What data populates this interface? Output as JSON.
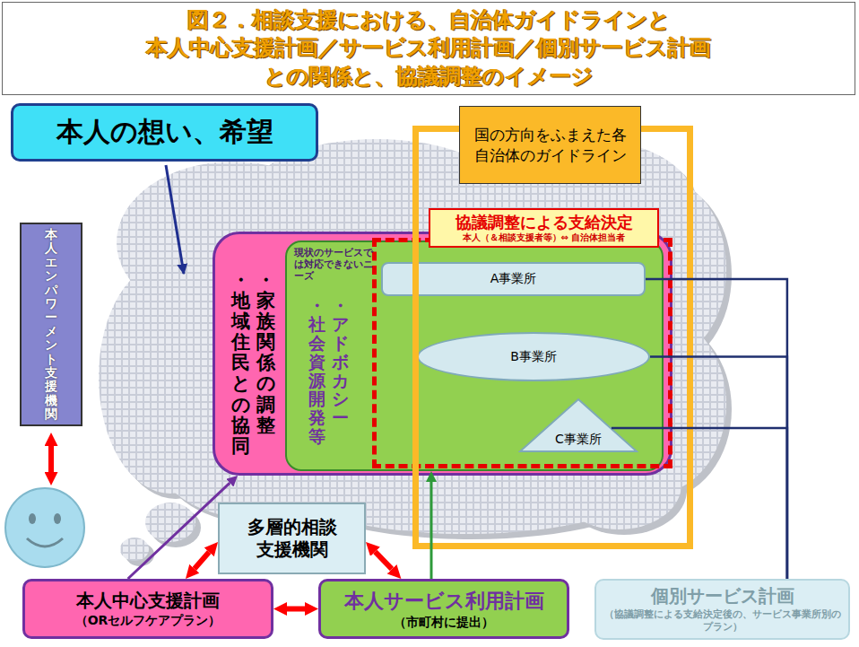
{
  "diagram": {
    "title": "図２．相談支援における、自治体ガイドラインと 本人中心支援計画／サービス利用計画／個別サービス計画 との関係と、協議調整のイメージ",
    "nodes": [
      {
        "text": [
          "本人の想い、希望"
        ]
      },
      {
        "text": [
          "本人エンパワーメント支援機関"
        ]
      },
      {
        "text": [
          "・家族関係の調整",
          "・地域住民との協同"
        ]
      },
      {
        "text": [
          "現状のサービスでは対応できないニーズ",
          "・アドボカシー",
          "・社会資源開発等"
        ],
        "in": 2
      },
      {
        "text": [
          "国の方向をふまえた各自治体のガイドライン"
        ]
      },
      {
        "text": [
          "協議調整による支給決定",
          "本人（＆相談支援者等）⇔ 自治体担当者"
        ],
        "in": 2
      },
      {
        "text": [
          "A事業所"
        ],
        "in": 5
      },
      {
        "text": [
          "B事業所"
        ],
        "in": 5
      },
      {
        "text": [
          "C事業所"
        ],
        "in": 5
      },
      {
        "text": [
          "多層的相談支援機関"
        ]
      },
      {
        "text": [
          "本人中心支援計画",
          "（ORセルフケアプラン）"
        ]
      },
      {
        "text": [
          "本人サービス利用計画",
          "（市町村に提出）"
        ]
      },
      {
        "text": [
          "個別サービス計画",
          "（協議調整による支給決定後の、サービス事業所別のプラン）"
        ]
      }
    ],
    "edges": [
      {
        "from": 9,
        "to": 10,
        "arrow": "both"
      },
      {
        "from": 9,
        "to": 11,
        "arrow": "both"
      },
      {
        "from": 10,
        "to": 11,
        "arrow": "both"
      },
      {
        "from": 10,
        "to": 2,
        "arrow": "to"
      },
      {
        "from": 11,
        "to": 3,
        "arrow": "to"
      },
      {
        "from": 12,
        "to": 6,
        "arrow": "none"
      },
      {
        "from": 12,
        "to": 7,
        "arrow": "none"
      },
      {
        "from": 12,
        "to": 8,
        "arrow": "none"
      }
    ]
  }
}
